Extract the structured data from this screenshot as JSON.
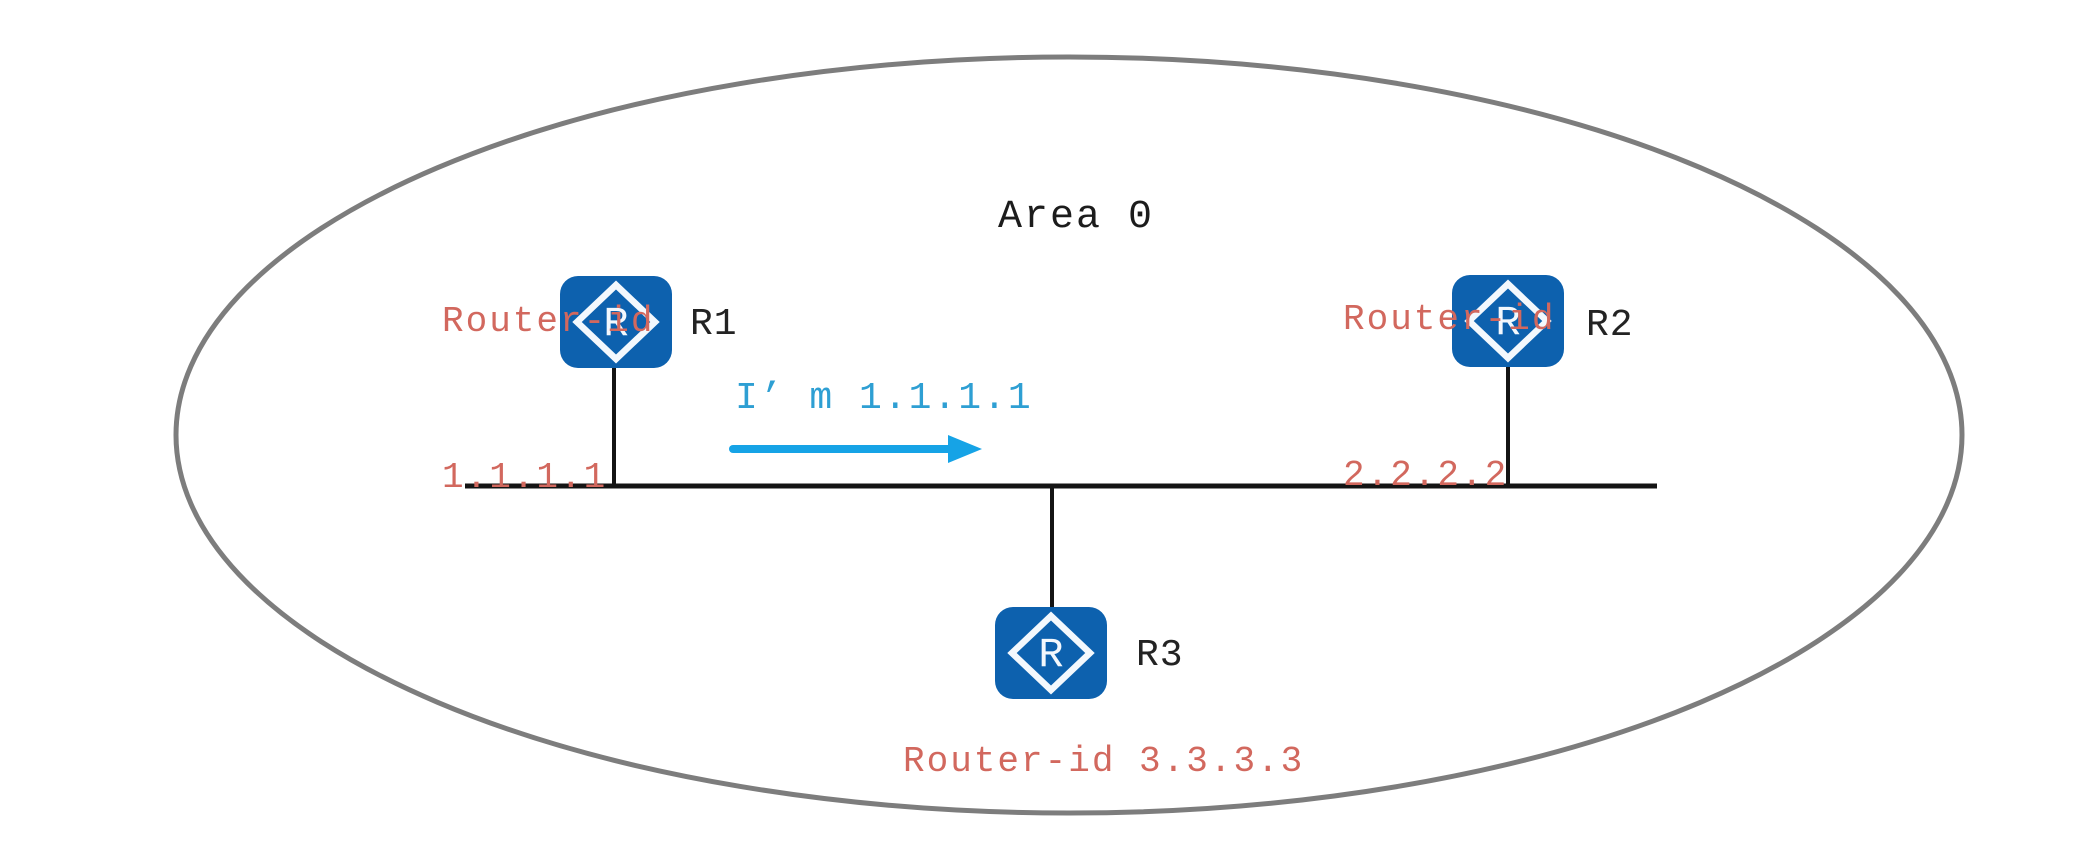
{
  "diagram": {
    "area_label": "Area 0",
    "message": "I’ m 1.1.1.1",
    "routers": [
      {
        "name": "R1",
        "icon_letter": "R",
        "router_id_line1": "Router-id",
        "router_id_line2": "1.1.1.1"
      },
      {
        "name": "R2",
        "icon_letter": "R",
        "router_id_line1": "Router-id",
        "router_id_line2": "2.2.2.2"
      },
      {
        "name": "R3",
        "icon_letter": "R",
        "router_id_label": "Router-id 3.3.3.3"
      }
    ],
    "colors": {
      "router_fill": "#0d61ae",
      "router_id_text": "#d2685e",
      "message_text": "#2e9fd3",
      "arrow": "#16a3e6",
      "ellipse_stroke": "#7d7d7d",
      "line": "#141414"
    }
  }
}
